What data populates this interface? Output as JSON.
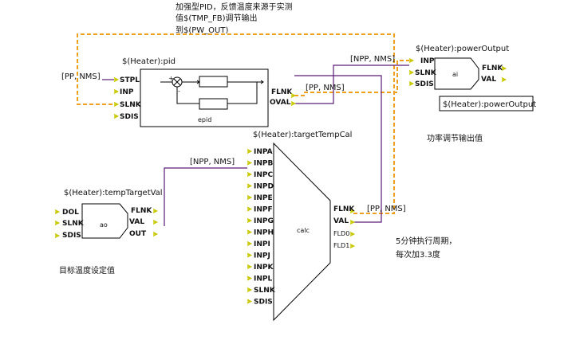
{
  "annotations": {
    "pid_note_line1": "加强型PID，反馈温度来源于实测",
    "pid_note_line2": "值$(TMP_FB)调节输出",
    "pid_note_line3": "到$(PW_OUT)",
    "power_note": "功率调节输出值",
    "calc_note_line1": "5分钟执行周期，",
    "calc_note_line2": "每次加3.3度",
    "target_note": "目标温度设定值"
  },
  "link_labels": {
    "pp_nms_left": "[PP, NMS]",
    "npp_nms_top": "[NPP, NMS]",
    "pp_nms_mid": "[PP, NMS]",
    "npp_nms_calc": "[NPP, NMS]",
    "pp_nms_right": "[PP, NMS]"
  },
  "pid": {
    "name": "$(Heater):pid",
    "type": "epid",
    "inputs": [
      "STPL",
      "INP",
      "SLNK",
      "SDIS"
    ],
    "outputs": [
      "FLNK",
      "OVAL"
    ]
  },
  "power": {
    "name": "$(Heater):powerOutput",
    "type": "ai",
    "inputs": [
      "INP",
      "SLNK",
      "SDIS"
    ],
    "outputs": [
      "FLNK",
      "VAL"
    ],
    "value_box": "$(Heater):powerOutput"
  },
  "temp_target": {
    "name": "$(Heater):tempTargetVal",
    "type": "ao",
    "inputs": [
      "DOL",
      "SLNK",
      "SDIS"
    ],
    "outputs": [
      "FLNK",
      "VAL",
      "OUT"
    ]
  },
  "calc": {
    "name": "$(Heater):targetTempCal",
    "type": "calc",
    "inputs": [
      "INPA",
      "INPB",
      "INPC",
      "INPD",
      "INPE",
      "INPF",
      "INPG",
      "INPH",
      "INPI",
      "INPJ",
      "INPK",
      "INPL",
      "SLNK",
      "SDIS"
    ],
    "outputs": [
      "FLNK",
      "VAL",
      "FLD0",
      "FLD1"
    ]
  },
  "colors": {
    "link_purple": "#5a1a78",
    "link_orange": "#f0a020",
    "port_yellow": "#c8c800"
  }
}
